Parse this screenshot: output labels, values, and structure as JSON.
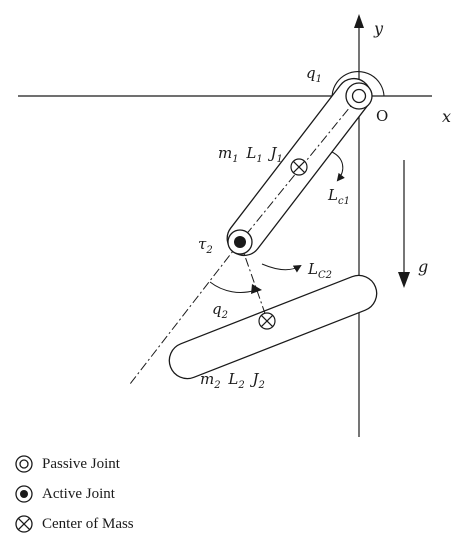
{
  "diagram": {
    "axis_y": "y",
    "axis_x": "x",
    "origin": "O",
    "q1": {
      "base": "q",
      "sub": "1"
    },
    "q2": {
      "base": "q",
      "sub": "2"
    },
    "tau2": {
      "base": "τ",
      "sub": "2"
    },
    "link1": {
      "m": "m",
      "m_sub": "1",
      "L": "L",
      "L_sub": "1",
      "J": "J",
      "J_sub": "1"
    },
    "link2": {
      "m": "m",
      "m_sub": "2",
      "L": "L",
      "L_sub": "2",
      "J": "J",
      "J_sub": "2"
    },
    "lc1": {
      "base": "L",
      "sub": "c1"
    },
    "lc2": {
      "base": "L",
      "sub": "C2"
    },
    "gravity": "g"
  },
  "legend": [
    {
      "label": "Passive Joint",
      "icon": "passive-joint-icon"
    },
    {
      "label": "Active Joint",
      "icon": "active-joint-icon"
    },
    {
      "label": "Center of Mass",
      "icon": "center-of-mass-icon"
    }
  ]
}
